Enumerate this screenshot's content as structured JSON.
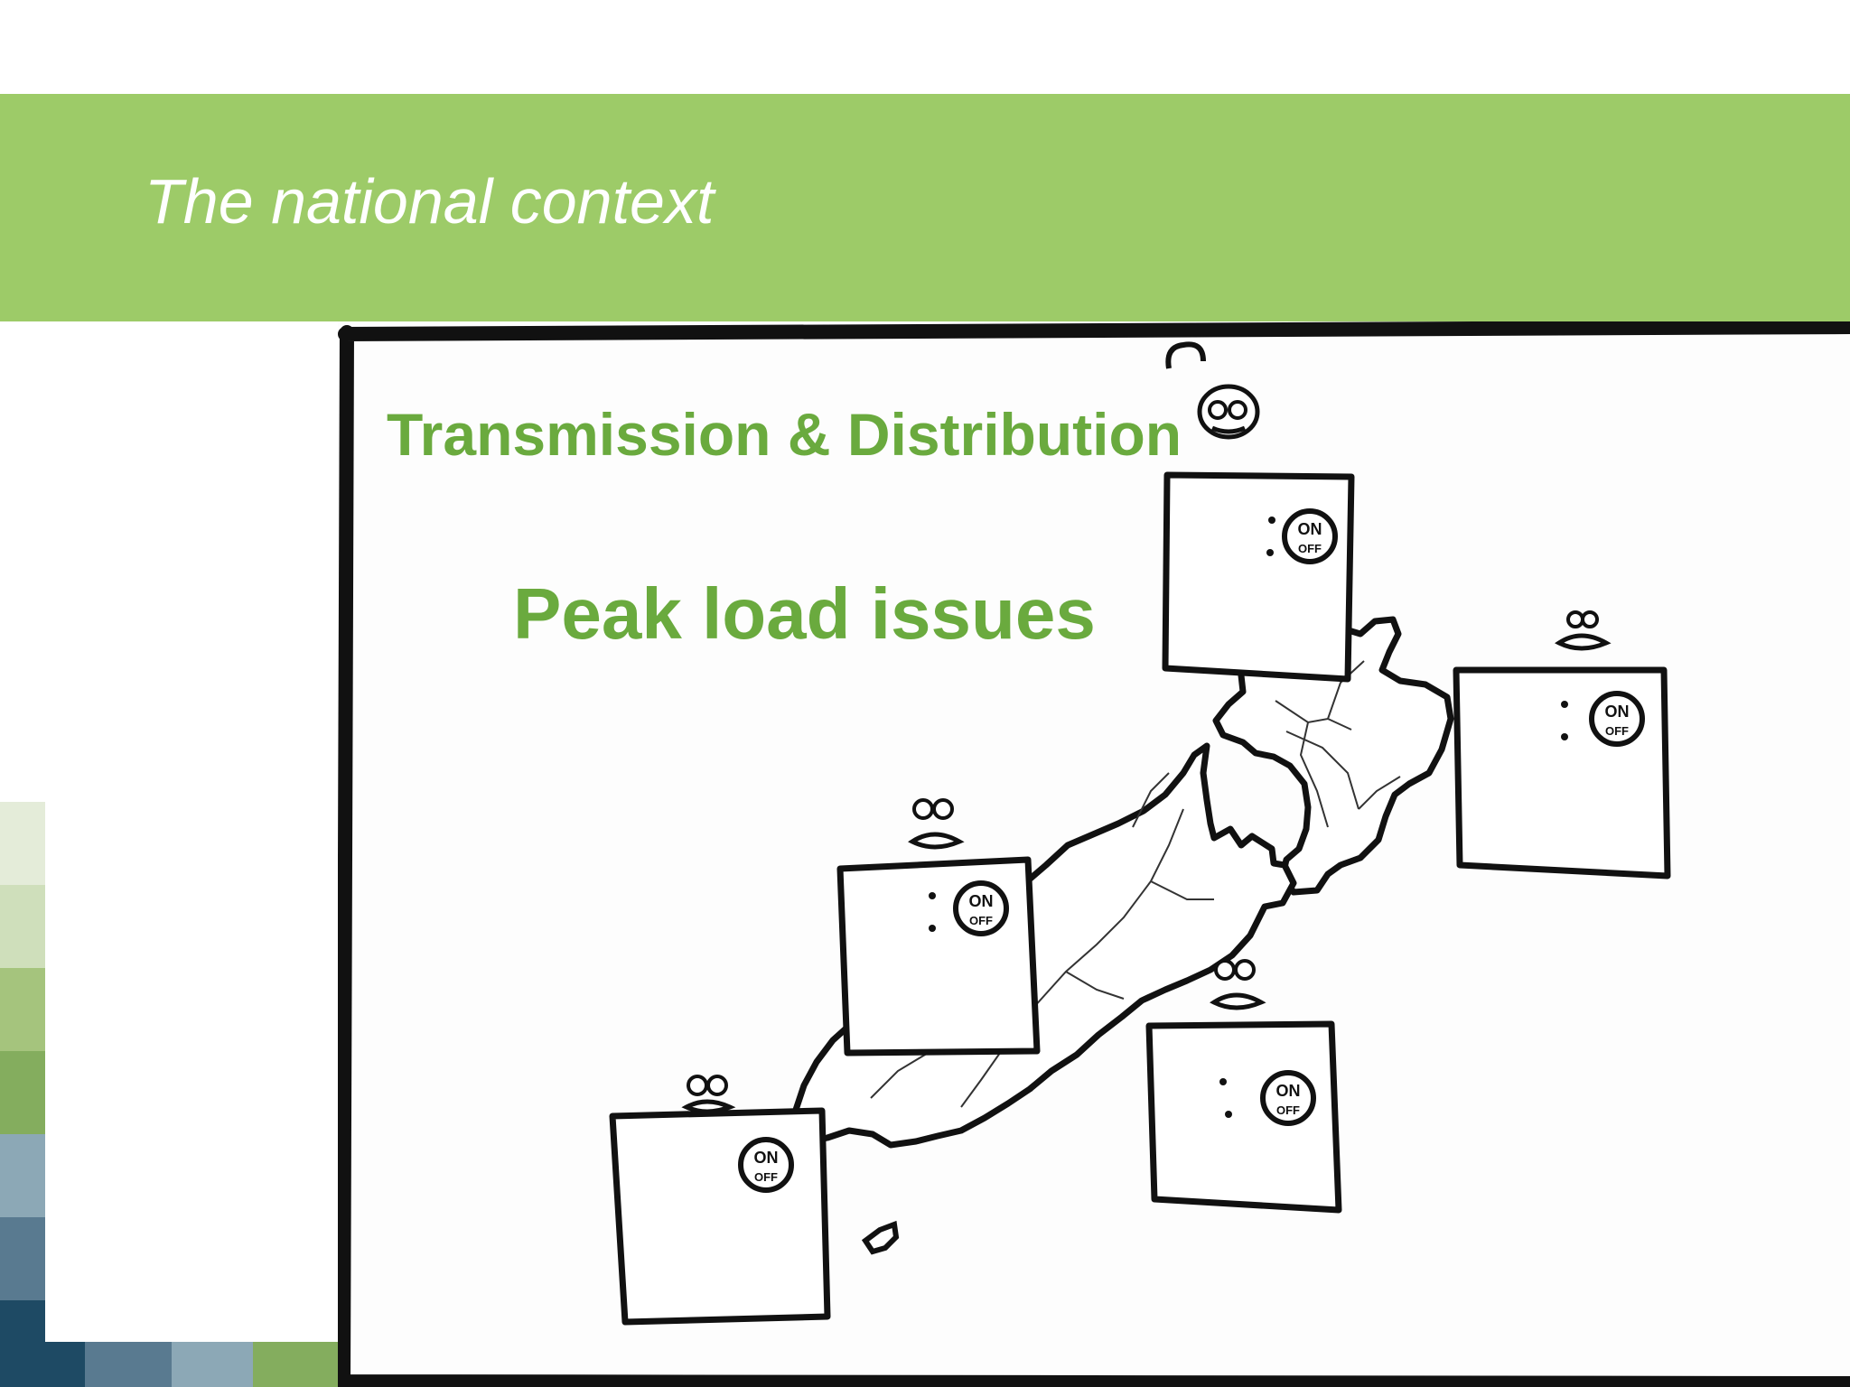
{
  "slide": {
    "title": "The national context",
    "subtitle": "Transmission & Distribution",
    "headline": "Peak load issues"
  },
  "cartoon": {
    "switch_on": "ON",
    "switch_off": "OFF",
    "boxes": [
      {
        "name": "north-top"
      },
      {
        "name": "north-right"
      },
      {
        "name": "south-center"
      },
      {
        "name": "south-right"
      },
      {
        "name": "south-bottom-left"
      }
    ]
  },
  "colors": {
    "banner": "#9dcb68",
    "accent_text": "#6aaa3e",
    "title_text": "#ffffff",
    "frame_border": "#111111"
  }
}
